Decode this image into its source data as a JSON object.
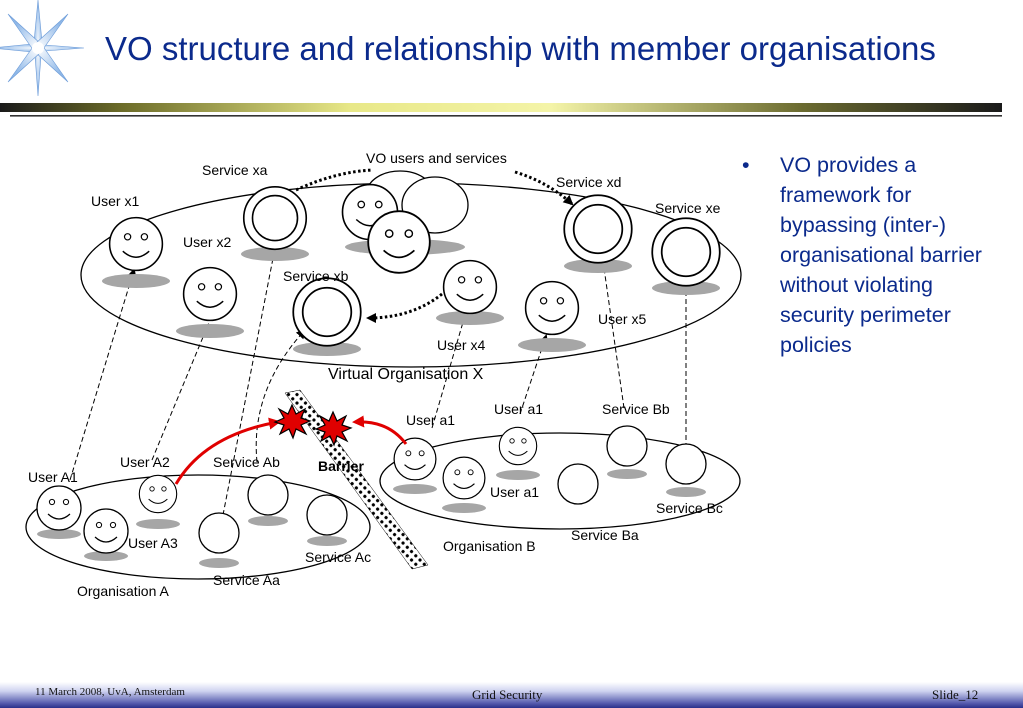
{
  "slide": {
    "title": "VO structure and relationship with member organisations",
    "bullet": "VO provides a framework for bypassing (inter-) organisational barrier without violating security perimeter policies",
    "bullet_marker": "•"
  },
  "footer": {
    "date_place": "11 March 2008, UvA, Amsterdam",
    "topic": "Grid Security",
    "slide_number": "Slide_12"
  },
  "diagram": {
    "vo_label": "Virtual Organisation X",
    "vo_users_services": "VO users and services",
    "barrier": "Barrier",
    "org_a": "Organisation A",
    "org_b": "Organisation B",
    "labels": {
      "service_xa": "Service xa",
      "service_xb": "Service xb",
      "service_xd": "Service xd",
      "service_xe": "Service xe",
      "user_x1": "User x1",
      "user_x2": "User x2",
      "user_x4": "User x4",
      "user_x5": "User x5",
      "user_a1_top": "User a1",
      "user_a1_mid": "User a1",
      "user_a1_low": "User a1",
      "service_bb": "Service Bb",
      "service_bc": "Service Bc",
      "service_ba": "Service Ba",
      "user_A1": "User A1",
      "user_A2": "User A2",
      "user_A3": "User A3",
      "service_ab": "Service Ab",
      "service_ac": "Service Ac",
      "service_aa": "Service Aa"
    }
  },
  "colors": {
    "title": "#0b2a8c",
    "arrow_red": "#e00000",
    "shadow_gray": "#a6a6a6"
  }
}
